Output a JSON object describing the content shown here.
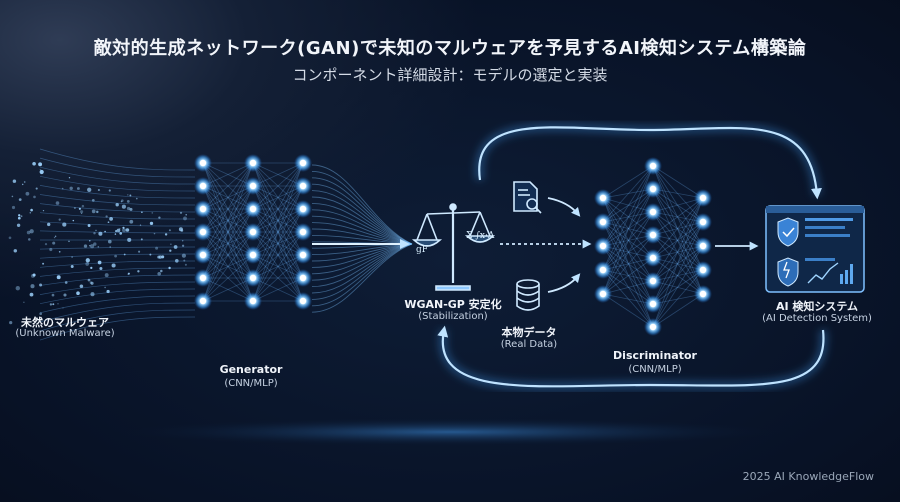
{
  "title": "敵対的生成ネットワーク(GAN)で未知のマルウェアを予見するAI検知システム構築論",
  "subtitle": "コンポーネント詳細設計：モデルの選定と実装",
  "nodes": {
    "unknown_malware": {
      "label": "未然のマルウェア",
      "sub": "(Unknown Malware)"
    },
    "generator": {
      "label": "Generator",
      "sub": "(CNN/MLP)"
    },
    "wgan": {
      "label": "WGAN-GP 安定化",
      "sub": "(Stabilization)"
    },
    "real_data": {
      "label": "本物データ",
      "sub": "(Real Data)"
    },
    "discriminator": {
      "label": "Discriminator",
      "sub": "(CNN/MLP)"
    },
    "ai_system": {
      "label": "AI 検知システム",
      "sub": "(AI Detection System)"
    }
  },
  "footer": "2025 AI KnowledgeFlow",
  "accent": "#5fb4ff",
  "glow": "#9fd4ff"
}
